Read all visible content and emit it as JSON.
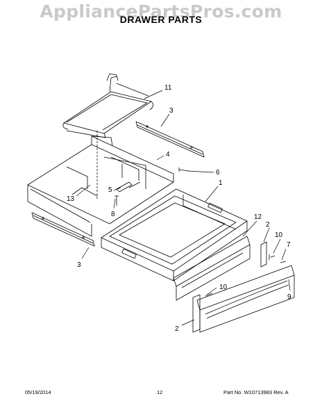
{
  "watermark": "AppliancePartsPros.com",
  "title": "DRAWER PARTS",
  "callouts": {
    "c11": "11",
    "c3a": "3",
    "c4": "4",
    "c6": "6",
    "c1": "1",
    "c5": "5",
    "c8": "8",
    "c13": "13",
    "c3b": "3",
    "c12": "12",
    "c2a": "2",
    "c10a": "10",
    "c7": "7",
    "c9": "9",
    "c10b": "10",
    "c2b": "2"
  },
  "footer": {
    "date": "05/19/2014",
    "page": "12",
    "part": "Part No. W10713983  Rev. A"
  }
}
